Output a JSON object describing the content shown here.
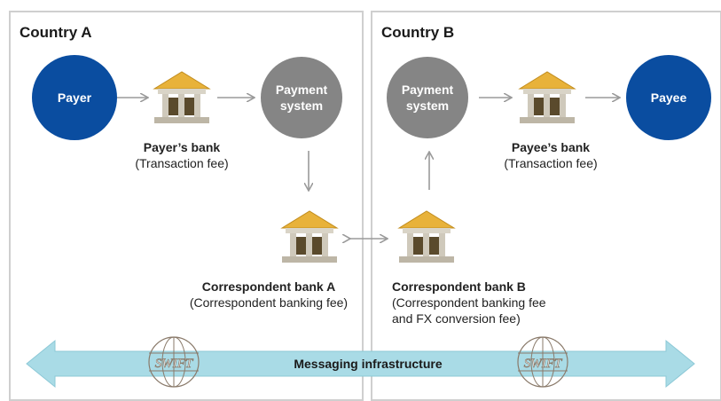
{
  "regions": {
    "country_a": "Country A",
    "country_b": "Country B"
  },
  "nodes": {
    "payer": "Payer",
    "payee": "Payee",
    "payment_system_a": "Payment\nsystem",
    "payment_system_b": "Payment\nsystem"
  },
  "banks": {
    "payer_bank": {
      "name": "Payer’s bank",
      "fee": "(Transaction fee)"
    },
    "payee_bank": {
      "name": "Payee’s bank",
      "fee": "(Transaction fee)"
    },
    "correspondent_a": {
      "name": "Correspondent bank A",
      "fee": "(Correspondent banking fee)"
    },
    "correspondent_b": {
      "name": "Correspondent bank B",
      "fee_line1": "(Correspondent banking fee",
      "fee_line2": "and FX conversion fee)"
    }
  },
  "messaging": {
    "label": "Messaging infrastructure",
    "logo_text": "SWIFT"
  },
  "colors": {
    "party_blue": "#0a4da0",
    "system_grey": "#858585",
    "messaging_band": "#a9dbe6",
    "bank_gold": "#e8b23a",
    "arrow_grey": "#9a9a9a"
  },
  "icons": {
    "bank": "bank-building-icon",
    "swift": "swift-globe-logo"
  }
}
